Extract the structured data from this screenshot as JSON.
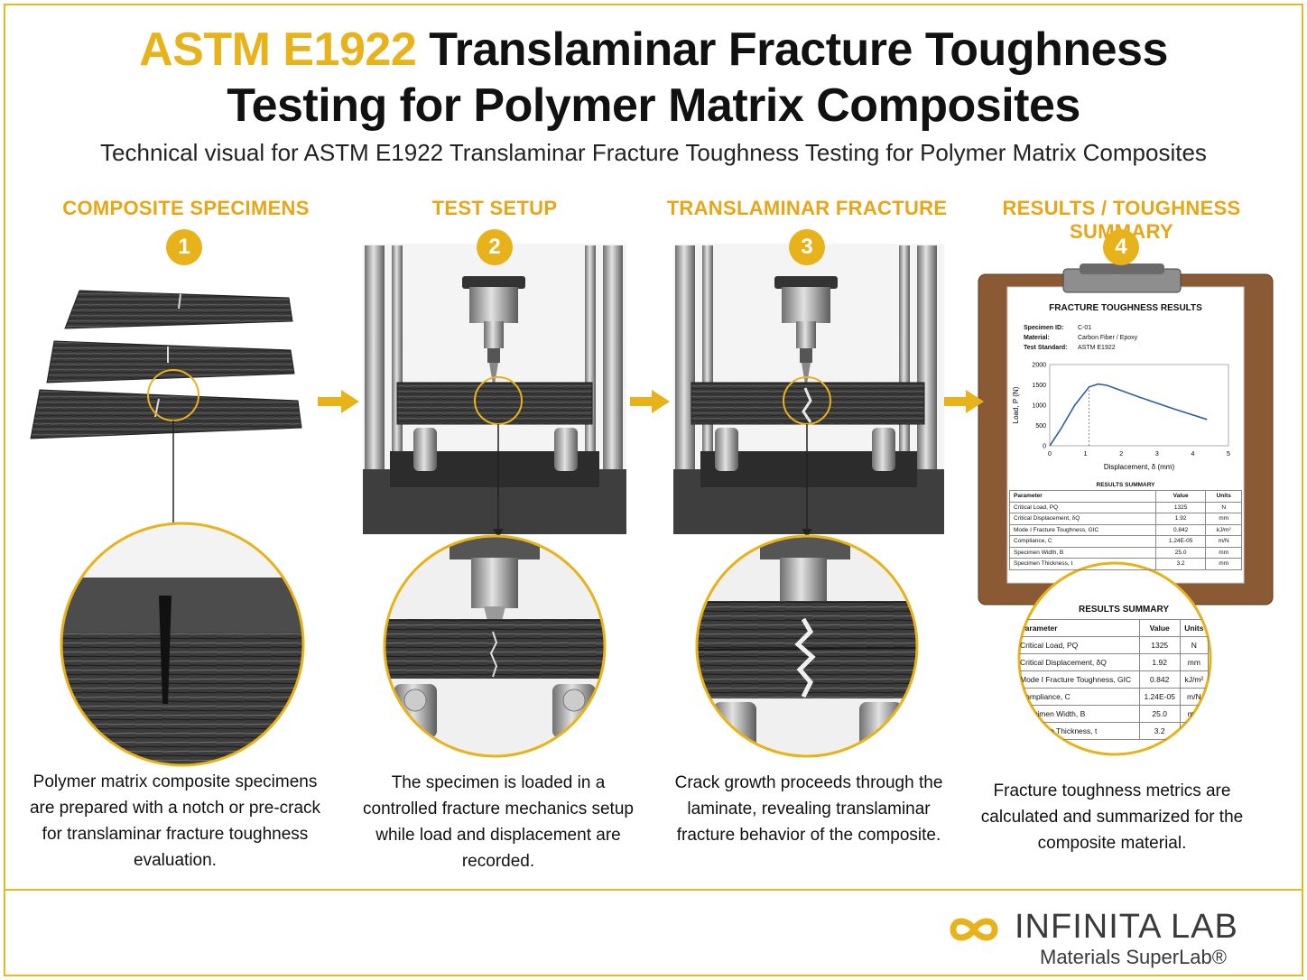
{
  "header": {
    "title_accent": "ASTM E1922",
    "title_rest": "Translaminar Fracture Toughness",
    "title_line2": "Testing for Polymer Matrix Composites",
    "subtitle": "Technical visual for ASTM E1922 Translaminar Fracture Toughness Testing for Polymer Matrix Composites"
  },
  "steps": [
    {
      "number": "1",
      "title": "COMPOSITE SPECIMENS",
      "caption": "Polymer matrix composite specimens are prepared with a notch or pre-crack for translaminar fracture toughness evaluation."
    },
    {
      "number": "2",
      "title": "TEST SETUP",
      "caption": "The specimen is loaded in a controlled fracture mechanics setup while load and displacement are recorded."
    },
    {
      "number": "3",
      "title": "TRANSLAMINAR FRACTURE",
      "caption": "Crack growth proceeds through the laminate, revealing translaminar fracture behavior of the composite."
    },
    {
      "number": "4",
      "title": "RESULTS / TOUGHNESS SUMMARY",
      "caption": "Fracture toughness metrics are calculated and summarized for the composite material."
    }
  ],
  "report": {
    "heading": "FRACTURE TOUGHNESS RESULTS",
    "meta": [
      {
        "label": "Specimen ID:",
        "value": "C-01"
      },
      {
        "label": "Material:",
        "value": "Carbon Fiber / Epoxy"
      },
      {
        "label": "Test Standard:",
        "value": "ASTM E1922"
      }
    ],
    "table_title": "RESULTS SUMMARY",
    "columns": [
      "Parameter",
      "Value",
      "Units"
    ],
    "rows": [
      [
        "Critical Load, PQ",
        "1325",
        "N"
      ],
      [
        "Critical Displacement, δQ",
        "1.92",
        "mm"
      ],
      [
        "Mode I Fracture Toughness, GIC",
        "0.842",
        "kJ/m²"
      ],
      [
        "Compliance, C",
        "1.24E-05",
        "m/N"
      ],
      [
        "Specimen Width, B",
        "25.0",
        "mm"
      ],
      [
        "Specimen Thickness, t",
        "3.2",
        "mm"
      ]
    ]
  },
  "chart_data": {
    "type": "line",
    "title": "",
    "xlabel": "Displacement, δ (mm)",
    "ylabel": "Load, P (N)",
    "xlim": [
      0,
      5
    ],
    "ylim": [
      0,
      2000
    ],
    "x_ticks": [
      "0",
      "1",
      "2",
      "3",
      "4",
      "5"
    ],
    "y_ticks": [
      "0",
      "500",
      "1000",
      "1500",
      "2000"
    ],
    "series": [
      {
        "x": [
          0,
          0.3,
          0.7,
          1.1,
          1.35,
          1.6,
          2.5,
          3.5,
          4.4
        ],
        "y": [
          0,
          400,
          1000,
          1450,
          1520,
          1490,
          1200,
          900,
          650
        ]
      }
    ],
    "marker_x": 1.1,
    "grid": false
  },
  "logo": {
    "name": "INFINITA LAB",
    "tagline": "Materials SuperLab®"
  },
  "colors": {
    "accent": "#e8b21a",
    "specimen": "#3b3b3b",
    "clipboard": "#8a5a34"
  }
}
